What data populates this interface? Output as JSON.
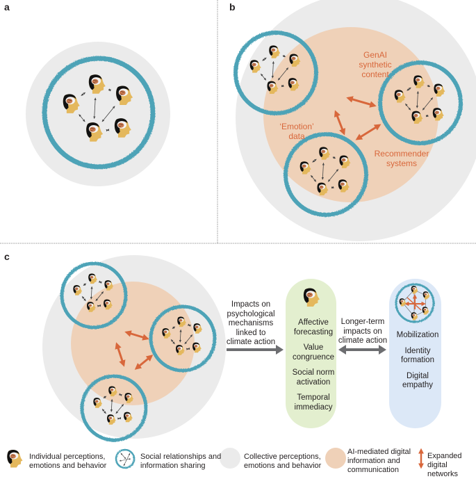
{
  "panels": {
    "a": {
      "label": "a"
    },
    "b": {
      "label": "b",
      "annotations": {
        "genai": "GenAI\nsynthetic\ncontent",
        "emotion": "‘Emotion’\ndata",
        "recommender": "Recommender\nsystems"
      }
    },
    "c": {
      "label": "c",
      "arrow1_text": "Impacts on\npsychological\nmechanisms\nlinked to\nclimate action",
      "arrow2_text": "Longer-term\nimpacts on\nclimate action",
      "mechanisms": [
        "Affective\nforecasting",
        "Value\ncongruence",
        "Social norm\nactivation",
        "Temporal\nimmediacy"
      ],
      "outcomes": [
        "Mobilization",
        "Identity\nformation",
        "Digital\nempathy"
      ]
    }
  },
  "legend": [
    {
      "icon": "head-brain-icon",
      "text": "Individual perceptions,\nemotions and behavior"
    },
    {
      "icon": "social-network-icon",
      "text": "Social relationships and\ninformation sharing"
    },
    {
      "icon": "gray-circle-icon",
      "text": "Collective perceptions,\nemotions and behavior"
    },
    {
      "icon": "peach-circle-icon",
      "text": "AI-mediated digital\ninformation and\ncommunication"
    },
    {
      "icon": "double-arrow-icon",
      "text": "Expanded digital\nnetworks"
    }
  ],
  "colors": {
    "collective_gray": "#ebebeb",
    "ai_peach": "#efd1b8",
    "social_teal": "#4ea3b7",
    "network_orange": "#d8673b",
    "mechanism_green": "#e3efcf",
    "outcome_blue": "#dce8f7",
    "head_yellow": "#e4b85d",
    "arrow_gray": "#6d6e71"
  }
}
